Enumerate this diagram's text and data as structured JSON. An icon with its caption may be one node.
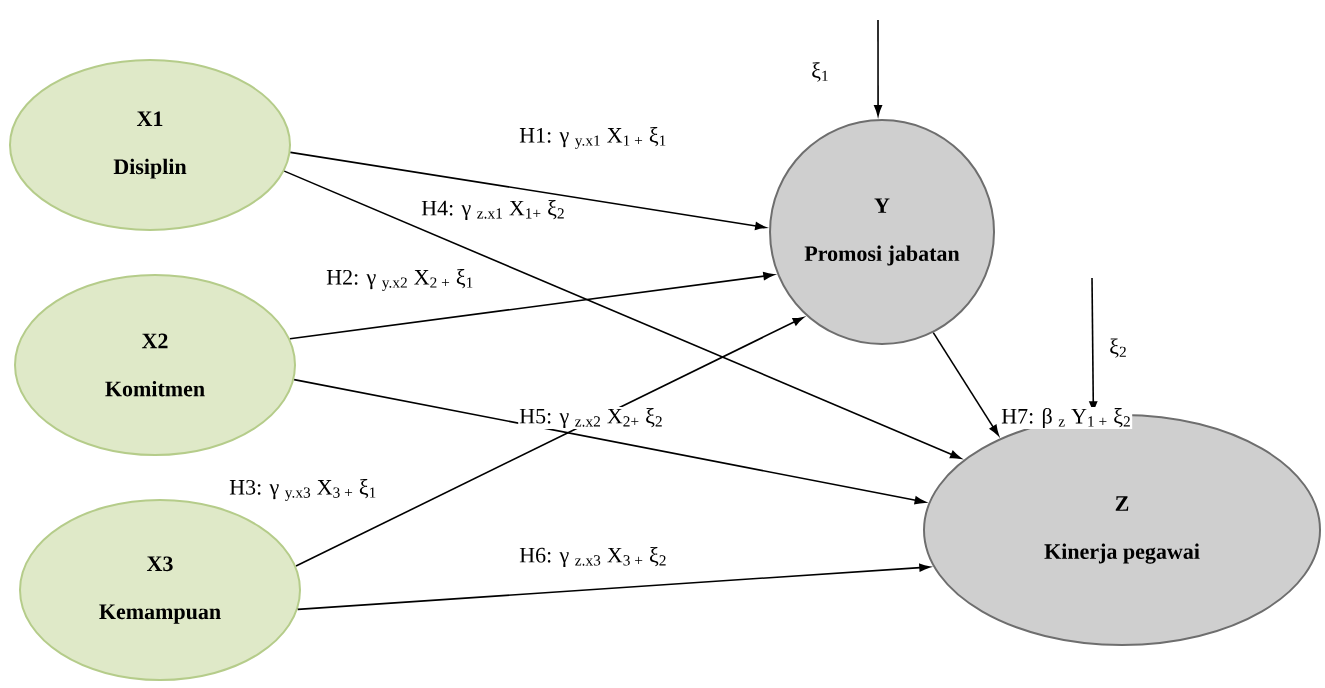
{
  "diagram": {
    "nodes": [
      {
        "text": [
          "X1",
          "Disiplin"
        ]
      },
      {
        "text": [
          "X2",
          "Komitmen"
        ]
      },
      {
        "text": [
          "X3",
          "Kemampuan"
        ]
      },
      {
        "text": [
          "Y",
          "Promosi jabatan"
        ]
      },
      {
        "text": [
          "Z",
          "Kinerja pegawai"
        ]
      }
    ],
    "edges": [
      {
        "from": 0,
        "to": 3,
        "arrow": "to",
        "label": "H1: γ $_{y.x1}$ X$_{1 +}$ ξ$_{1}$"
      },
      {
        "from": 0,
        "to": 4,
        "arrow": "to",
        "label": "H4: γ $_{z.x1}$ X$_{1+}$ ξ$_{2}$"
      },
      {
        "from": 1,
        "to": 3,
        "arrow": "to",
        "label": "H2: γ $_{y.x2}$ X$_{2 +}$ ξ$_{1}$"
      },
      {
        "from": 1,
        "to": 4,
        "arrow": "to",
        "label": "H5: γ $_{z.x2}$ X$_{2+}$ ξ$_{2}$"
      },
      {
        "from": 2,
        "to": 3,
        "arrow": "to",
        "label": "H3: γ $_{y.x3}$ X$_{3 +}$ ξ$_{1}$"
      },
      {
        "from": 2,
        "to": 4,
        "arrow": "to",
        "label": "H6: γ $_{z.x3}$ X$_{3 +}$ ξ$_{2}$"
      },
      {
        "from": 3,
        "to": 4,
        "arrow": "to",
        "label": "H7: β $_{z}$ Y$_{1 +}$ ξ$_{2}$"
      },
      {
        "from": null,
        "to": 3,
        "arrow": "to",
        "label": "ξ$_{1}$"
      },
      {
        "from": null,
        "to": 4,
        "arrow": "to",
        "label": "ξ$_{2}$"
      }
    ]
  }
}
